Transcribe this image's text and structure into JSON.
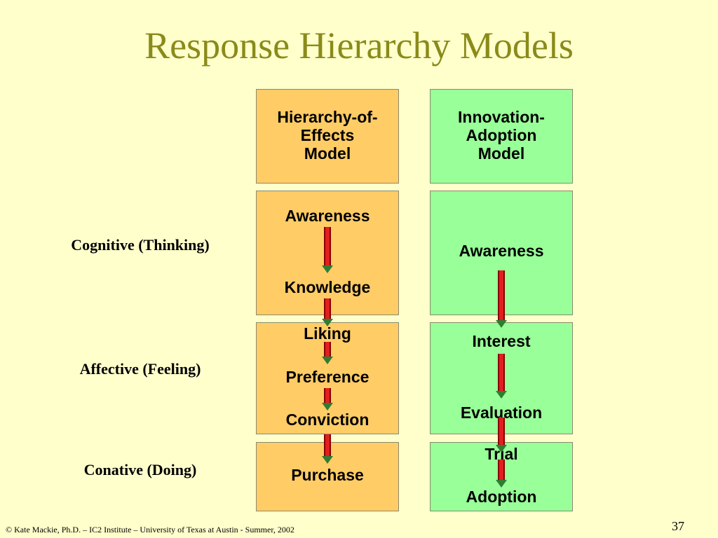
{
  "title": "Response Hierarchy Models",
  "models": [
    {
      "header_lines": [
        "Hierarchy-of-",
        "Effects",
        "Model"
      ]
    },
    {
      "header_lines": [
        "Innovation-",
        "Adoption",
        "Model"
      ]
    }
  ],
  "levels": {
    "cognitive": "Cognitive (Thinking)",
    "affective": "Affective (Feeling)",
    "conative": "Conative (Doing)"
  },
  "hoe_stages": {
    "awareness": "Awareness",
    "knowledge": "Knowledge",
    "liking": "Liking",
    "preference": "Preference",
    "conviction": "Conviction",
    "purchase": "Purchase"
  },
  "ia_stages": {
    "awareness": "Awareness",
    "interest": "Interest",
    "evaluation": "Evaluation",
    "trial": "Trial",
    "adoption": "Adoption"
  },
  "footer": "© Kate Mackie, Ph.D. – IC2 Institute – University of Texas at Austin - Summer, 2002",
  "page_number": "37",
  "colors": {
    "title": "#8a8a1a",
    "background": "#ffffcc",
    "hierarchy_of_effects_box": "#ffcc66",
    "innovation_adoption_box": "#99ff99",
    "arrow": "#e02020",
    "arrow_head": "#2e7d32"
  }
}
